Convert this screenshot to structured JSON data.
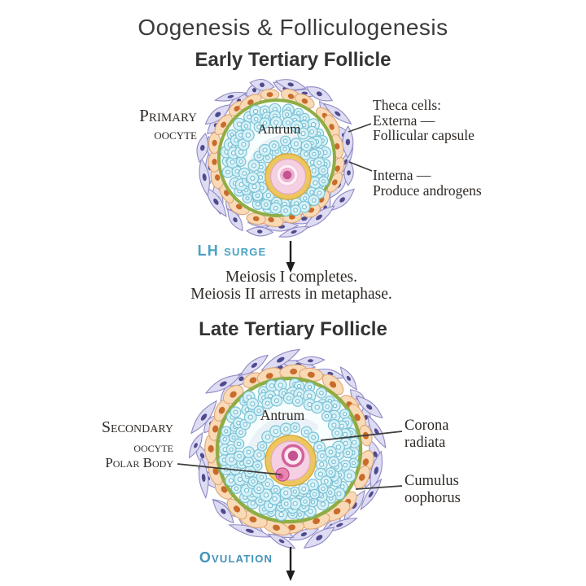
{
  "title": "Oogenesis & Folliculogenesis",
  "sections": {
    "early": {
      "heading": "Early Tertiary Follicle",
      "labels": {
        "primary_line1": "Primary",
        "primary_line2": "oocyte",
        "antrum": "Antrum",
        "theca_title": "Theca cells:",
        "externa": "Externa —",
        "externa_desc": "Follicular capsule",
        "interna": "Interna —",
        "interna_desc": "Produce androgens"
      }
    },
    "transition": {
      "lh_surge": "LH surge",
      "meiosis_line1": "Meiosis I completes.",
      "meiosis_line2": "Meiosis II arrests in metaphase."
    },
    "late": {
      "heading": "Late Tertiary Follicle",
      "labels": {
        "secondary_line1": "Secondary",
        "secondary_line2": "oocyte",
        "polar_body": "Polar Body",
        "antrum": "Antrum",
        "corona_line1": "Corona",
        "corona_line2": "radiata",
        "cumulus_line1": "Cumulus",
        "cumulus_line2": "oophorus"
      }
    },
    "footer": {
      "ovulation": "Ovulation"
    }
  },
  "palette": {
    "accent_blue": "#4aa2c6",
    "ovulation_blue": "#4392ba",
    "heading_color": "#3a3a3a",
    "serif_text": "#2e2925",
    "line_color": "#3c3c3c",
    "arrow_color": "#1e1e1e",
    "granulosa_fill": "#d6f1f7",
    "granulosa_stroke": "#7ac2d5",
    "granulosa_inner": "#f3fbfd",
    "granulosa_inner_stroke": "#6db9cf",
    "theca_interna_fill": "#f9dab6",
    "theca_interna_stroke": "#dfa576",
    "theca_interna_nucleus": "#c96b2b",
    "theca_externa_fill": "#dedcf3",
    "theca_externa_stroke": "#8f8ac4",
    "theca_externa_nucleus": "#4d4a8e",
    "membrane_green": "#8fad45",
    "follicle_bg": "#fdfefe",
    "antrum_wash": "#e2edf2",
    "zona_fill": "#edc75e",
    "zona_stroke": "#d8a93f",
    "ooplasm_fill": "#f5d0e2",
    "ooplasm_stroke": "#e0a9c8",
    "nucleus_light": "#fcf0f6",
    "nucleus_ring": "#d2639c",
    "nucleus_mid": "#eeb0d2",
    "nucleolus": "#c4548f",
    "polar_fill": "#ec85b2",
    "polar_stroke": "#c25589",
    "polar_dot": "#c94a87"
  }
}
